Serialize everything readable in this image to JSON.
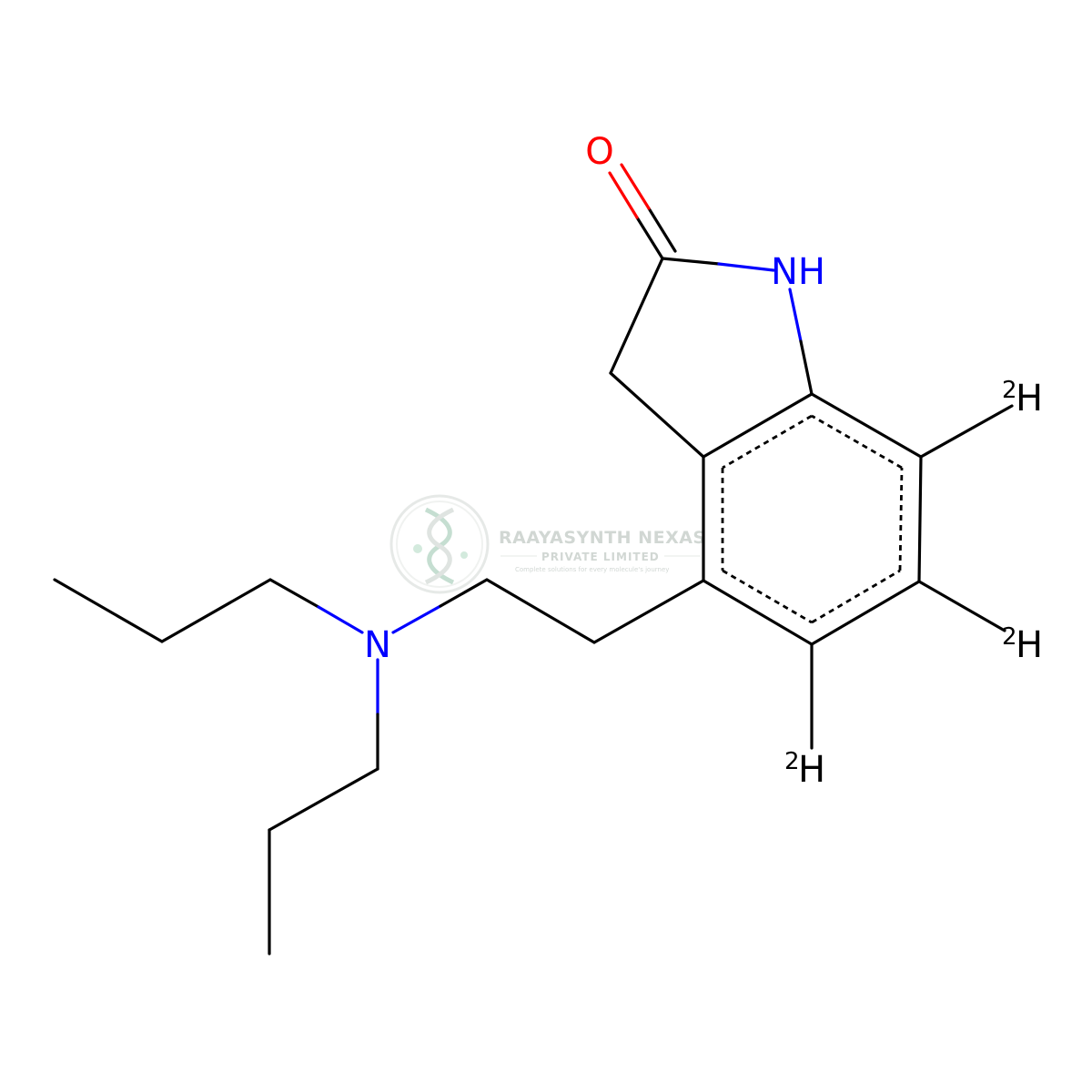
{
  "molecule": {
    "atoms": {
      "oxygen": "O",
      "amine_nh": "NH",
      "amine_n": "N",
      "deuterium_mass": "2",
      "deuterium_symbol": "H"
    },
    "colors": {
      "bond": "#000000",
      "oxygen": "#ff0000",
      "nitrogen": "#0000ff"
    }
  },
  "watermark": {
    "company": "RAAYASYNTH NEXAS",
    "subtitle": "PRIVATE LIMITED",
    "tagline": "Complete solutions for every molecule's journey",
    "logo_icon": "dna-helix-icon",
    "color": "#9aa7a0"
  }
}
